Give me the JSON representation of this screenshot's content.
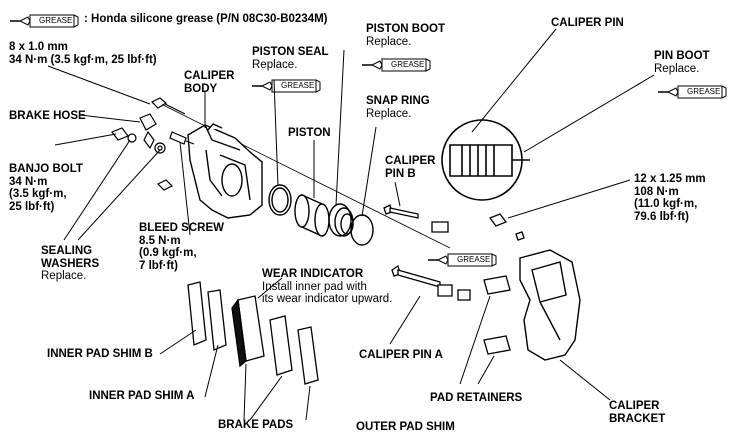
{
  "legend": {
    "grease_tag": "GREASE",
    "text": ": Honda silicone grease (P/N 08C30-B0234M)"
  },
  "grease_tag": "GREASE",
  "labels": {
    "bolt_spec_top": {
      "line1": "8 x 1.0 mm",
      "line2": "34 N·m (3.5 kgf·m, 25 lbf·ft)"
    },
    "caliper_body": {
      "line1": "CALIPER",
      "line2": "BODY"
    },
    "piston_seal": {
      "title": "PISTON SEAL",
      "note": "Replace."
    },
    "piston_boot": {
      "title": "PISTON BOOT",
      "note": "Replace."
    },
    "caliper_pin": {
      "title": "CALIPER PIN"
    },
    "pin_boot": {
      "title": "PIN BOOT",
      "note": "Replace."
    },
    "snap_ring": {
      "title": "SNAP RING",
      "note": "Replace."
    },
    "piston": {
      "title": "PISTON"
    },
    "brake_hose": {
      "title": "BRAKE HOSE"
    },
    "banjo_bolt": {
      "title": "BANJO BOLT",
      "line1": "34 N·m",
      "line2": "(3.5 kgf·m,",
      "line3": "25 lbf·ft)"
    },
    "caliper_pin_b": {
      "line1": "CALIPER",
      "line2": "PIN B"
    },
    "bracket_bolt_spec": {
      "line1": "12 x 1.25 mm",
      "line2": "108 N·m",
      "line3": "(11.0 kgf·m,",
      "line4": "79.6 lbf·ft)"
    },
    "sealing_washers": {
      "line1": "SEALING",
      "line2": "WASHERS",
      "note": "Replace."
    },
    "bleed_screw": {
      "title": "BLEED SCREW",
      "line1": "8.5 N·m",
      "line2": "(0.9 kgf·m,",
      "line3": "7 lbf·ft)"
    },
    "wear_indicator": {
      "title": "WEAR INDICATOR",
      "line1": "Install inner pad with",
      "line2": "its wear indicator upward."
    },
    "inner_pad_shim_b": {
      "title": "INNER PAD SHIM B"
    },
    "caliper_pin_a": {
      "title": "CALIPER PIN A"
    },
    "inner_pad_shim_a": {
      "title": "INNER PAD SHIM A"
    },
    "pad_retainers": {
      "title": "PAD RETAINERS"
    },
    "caliper_bracket": {
      "line1": "CALIPER",
      "line2": "BRACKET"
    },
    "brake_pads": {
      "title": "BRAKE PADS"
    },
    "outer_pad_shim": {
      "title": "OUTER PAD SHIM"
    }
  }
}
